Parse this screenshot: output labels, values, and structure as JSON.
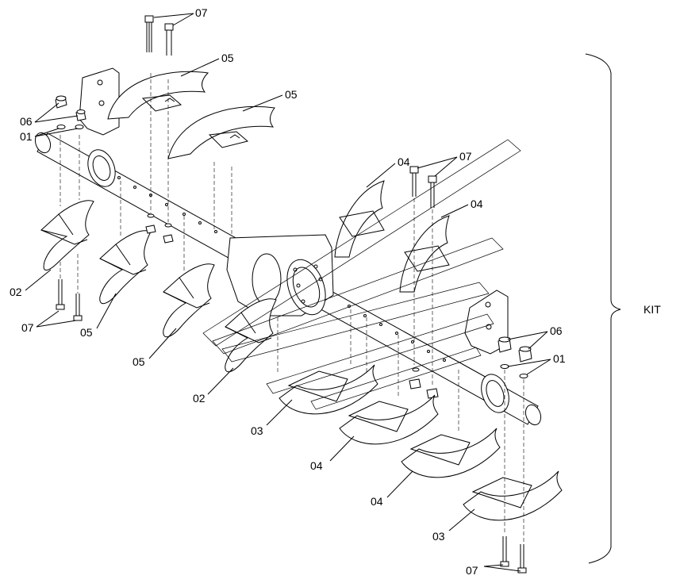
{
  "labels": {
    "c07_top": "07",
    "c05_a": "05",
    "c05_b": "05",
    "c06_left": "06",
    "c01_left": "01",
    "c02_left": "02",
    "c07_left": "07",
    "c05_c": "05",
    "c05_d": "05",
    "c04_a": "04",
    "c07_mid": "07",
    "c04_b": "04",
    "c02_mid": "02",
    "c06_right": "06",
    "c01_right": "01",
    "c03_a": "03",
    "c04_c": "04",
    "c04_d": "04",
    "c03_b": "03",
    "c07_bottom": "07",
    "kit": "KIT"
  }
}
